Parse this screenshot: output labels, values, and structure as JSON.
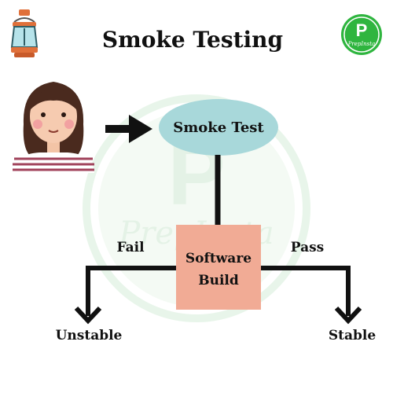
{
  "title": "Smoke Testing",
  "logo": {
    "letter": "P",
    "wordmark": "PrepInsta",
    "icon": "prepinsta-logo",
    "color": "#2fb53f"
  },
  "watermark": {
    "letter": "P",
    "wordmark": "PrepInsta"
  },
  "decorations": {
    "lantern_icon": "lantern-icon",
    "person_icon": "person-avatar",
    "arrow_icon": "right-arrow-icon"
  },
  "diagram": {
    "smoke_test_label": "Smoke Test",
    "build_label_line1": "Software",
    "build_label_line2": "Build",
    "fail_label": "Fail",
    "pass_label": "Pass",
    "unstable_label": "Unstable",
    "stable_label": "Stable"
  },
  "colors": {
    "ellipse": "#a8d8da",
    "build_box": "#f1ab95",
    "line": "#111111",
    "watermark": "#e6f4e8"
  }
}
